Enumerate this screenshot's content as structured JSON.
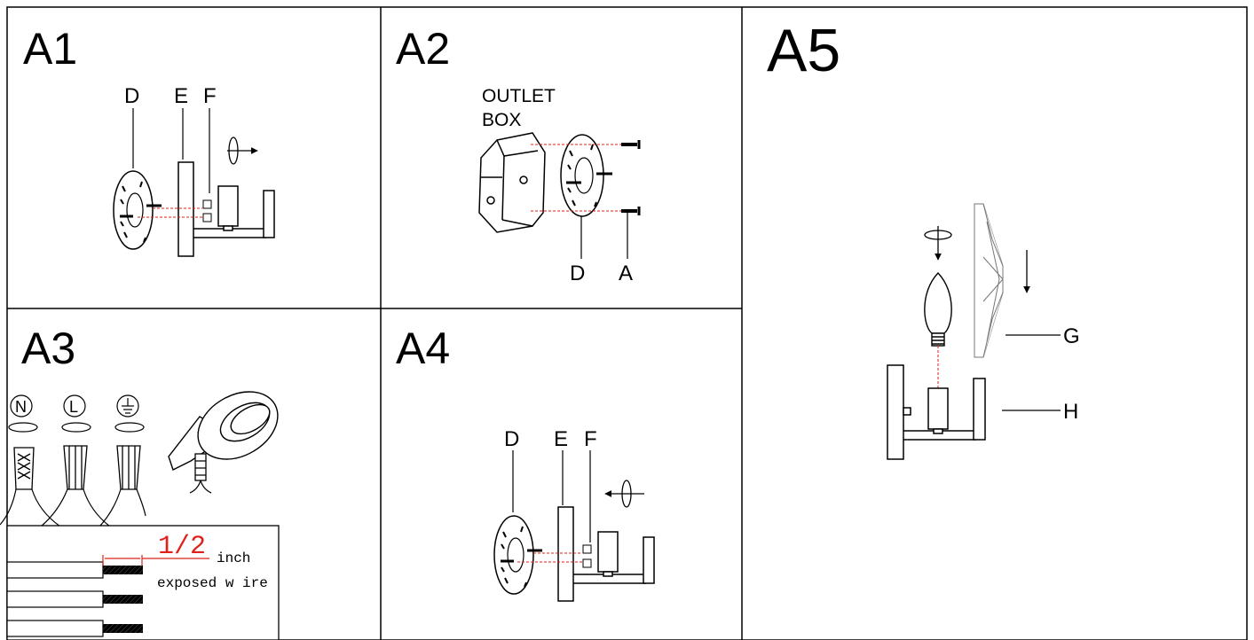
{
  "panels": {
    "a1": {
      "label": "A1",
      "parts": {
        "d": "D",
        "e": "E",
        "f": "F"
      }
    },
    "a2": {
      "label": "A2",
      "outlet_line1": "OUTLET",
      "outlet_line2": "BOX",
      "parts": {
        "d": "D",
        "a": "A"
      }
    },
    "a3": {
      "label": "A3",
      "symbols": {
        "neutral": "N",
        "live": "L"
      },
      "fraction": "1/2",
      "unit": "inch",
      "caption": "exposed w ire"
    },
    "a4": {
      "label": "A4",
      "parts": {
        "d": "D",
        "e": "E",
        "f": "F"
      }
    },
    "a5": {
      "label": "A5",
      "parts": {
        "g": "G",
        "h": "H"
      }
    }
  },
  "colors": {
    "line": "#000000",
    "guide": "#e0201a"
  }
}
